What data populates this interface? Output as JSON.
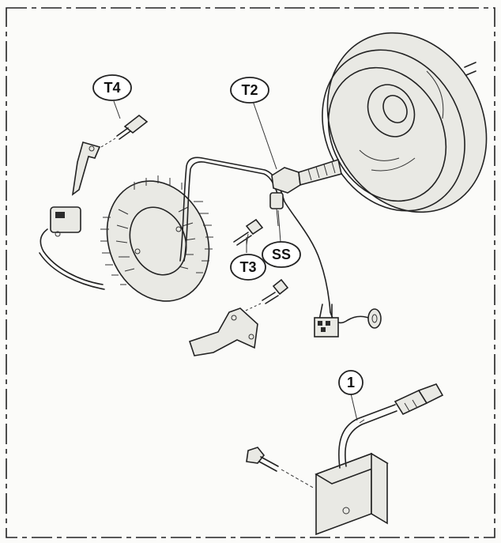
{
  "callouts": [
    {
      "key": "t4",
      "label": "T4"
    },
    {
      "key": "t2",
      "label": "T2"
    },
    {
      "key": "t3",
      "label": "T3"
    },
    {
      "key": "ss",
      "label": "SS"
    },
    {
      "key": "one",
      "label": "1"
    }
  ],
  "parts": {
    "flywheel": "flywheel-rotor",
    "stator": "stator-coil",
    "bolt_t2": "rotor-bolt",
    "bolt_t3": "stator-bolt",
    "bolt_t4": "bracket-bolt",
    "clamp_t4": "wire-clamp",
    "clamp_lower": "wire-clamp",
    "pulser": "pulser-coil",
    "connector": "wire-connector",
    "grommet": "wire-grommet",
    "regulator": "regulator-rectifier",
    "reg_connector": "regulator-connector",
    "reg_bolt": "regulator-bolt"
  }
}
